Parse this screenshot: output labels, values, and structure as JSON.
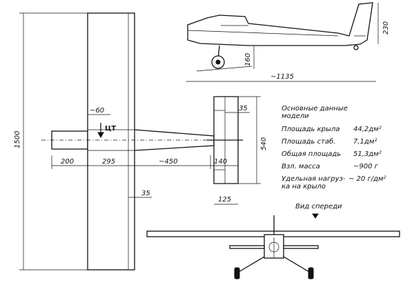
{
  "dimensions": {
    "wingspan": "1500",
    "chord_inner": "200",
    "chord_wing": "295",
    "tail_moment": "~450",
    "stab_chord": "140",
    "stab_span": "540",
    "stab_tip": "35",
    "stab_root_width": "125",
    "aileron_offset": "~60",
    "wing_rear_strip": "35",
    "side_length": "~1135",
    "side_height": "230",
    "gear_height": "160"
  },
  "labels": {
    "cg": "ЦТ",
    "front_view": "Вид спереди"
  },
  "specs": {
    "title_line1": "Основные данные",
    "title_line2": "модели",
    "rows": [
      {
        "label": "Площадь крыла",
        "value": "44,2дм²"
      },
      {
        "label": "Площадь стаб.",
        "value": "7,1дм²"
      },
      {
        "label": "Общая площадь",
        "value": "51,3дм²"
      },
      {
        "label": "Взл. масса",
        "value": "~900 г"
      },
      {
        "label": "Удельная нагруз-",
        "value": "~ 20 г/дм²"
      },
      {
        "label": "ка на крыло",
        "value": ""
      }
    ]
  }
}
